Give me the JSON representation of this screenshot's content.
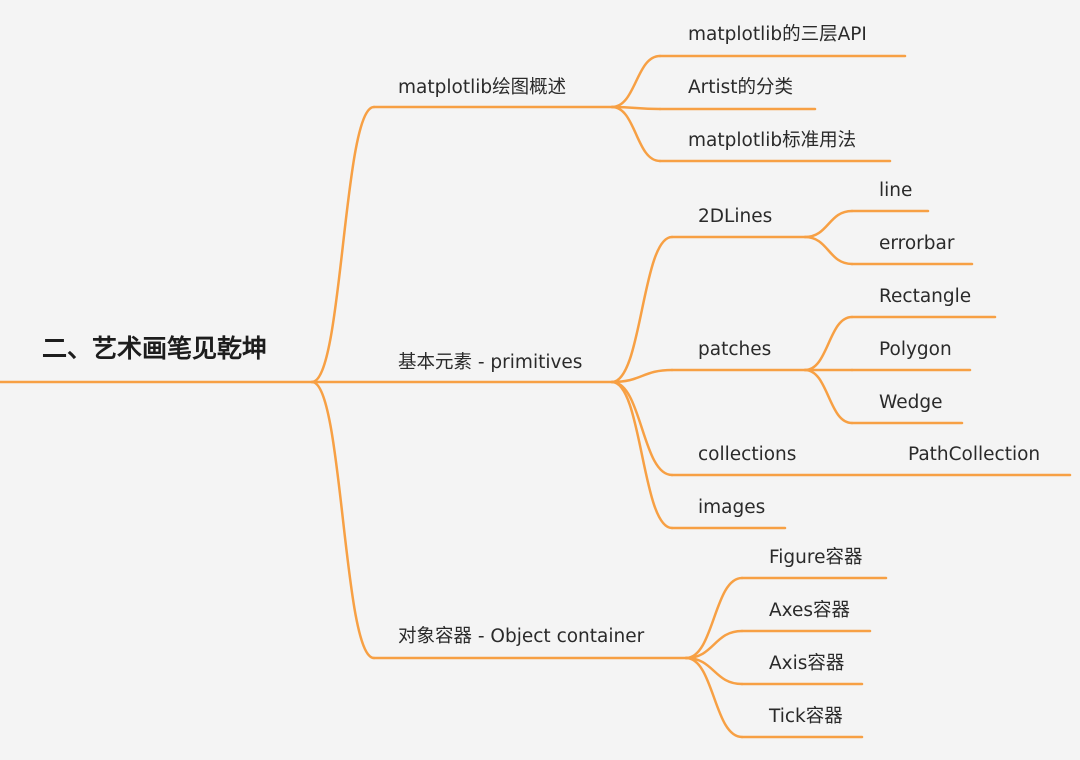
{
  "root": {
    "label": "二、艺术画笔见乾坤"
  },
  "branches": [
    {
      "label": "matplotlib绘图概述",
      "children": [
        {
          "label": "matplotlib的三层API",
          "children": []
        },
        {
          "label": "Artist的分类",
          "children": []
        },
        {
          "label": "matplotlib标准用法",
          "children": []
        }
      ]
    },
    {
      "label": "基本元素 - primitives",
      "children": [
        {
          "label": "2DLines",
          "children": [
            {
              "label": "line"
            },
            {
              "label": "errorbar"
            }
          ]
        },
        {
          "label": "patches",
          "children": [
            {
              "label": "Rectangle"
            },
            {
              "label": "Polygon"
            },
            {
              "label": "Wedge"
            }
          ]
        },
        {
          "label": "collections",
          "children": [
            {
              "label": "PathCollection"
            }
          ]
        },
        {
          "label": "images",
          "children": []
        }
      ]
    },
    {
      "label": "对象容器 - Object container",
      "children": [
        {
          "label": "Figure容器",
          "children": []
        },
        {
          "label": "Axes容器",
          "children": []
        },
        {
          "label": "Axis容器",
          "children": []
        },
        {
          "label": "Tick容器",
          "children": []
        }
      ]
    }
  ],
  "colors": {
    "line": "#f7a044",
    "text": "#2a2a2a",
    "background": "#f4f4f4"
  }
}
